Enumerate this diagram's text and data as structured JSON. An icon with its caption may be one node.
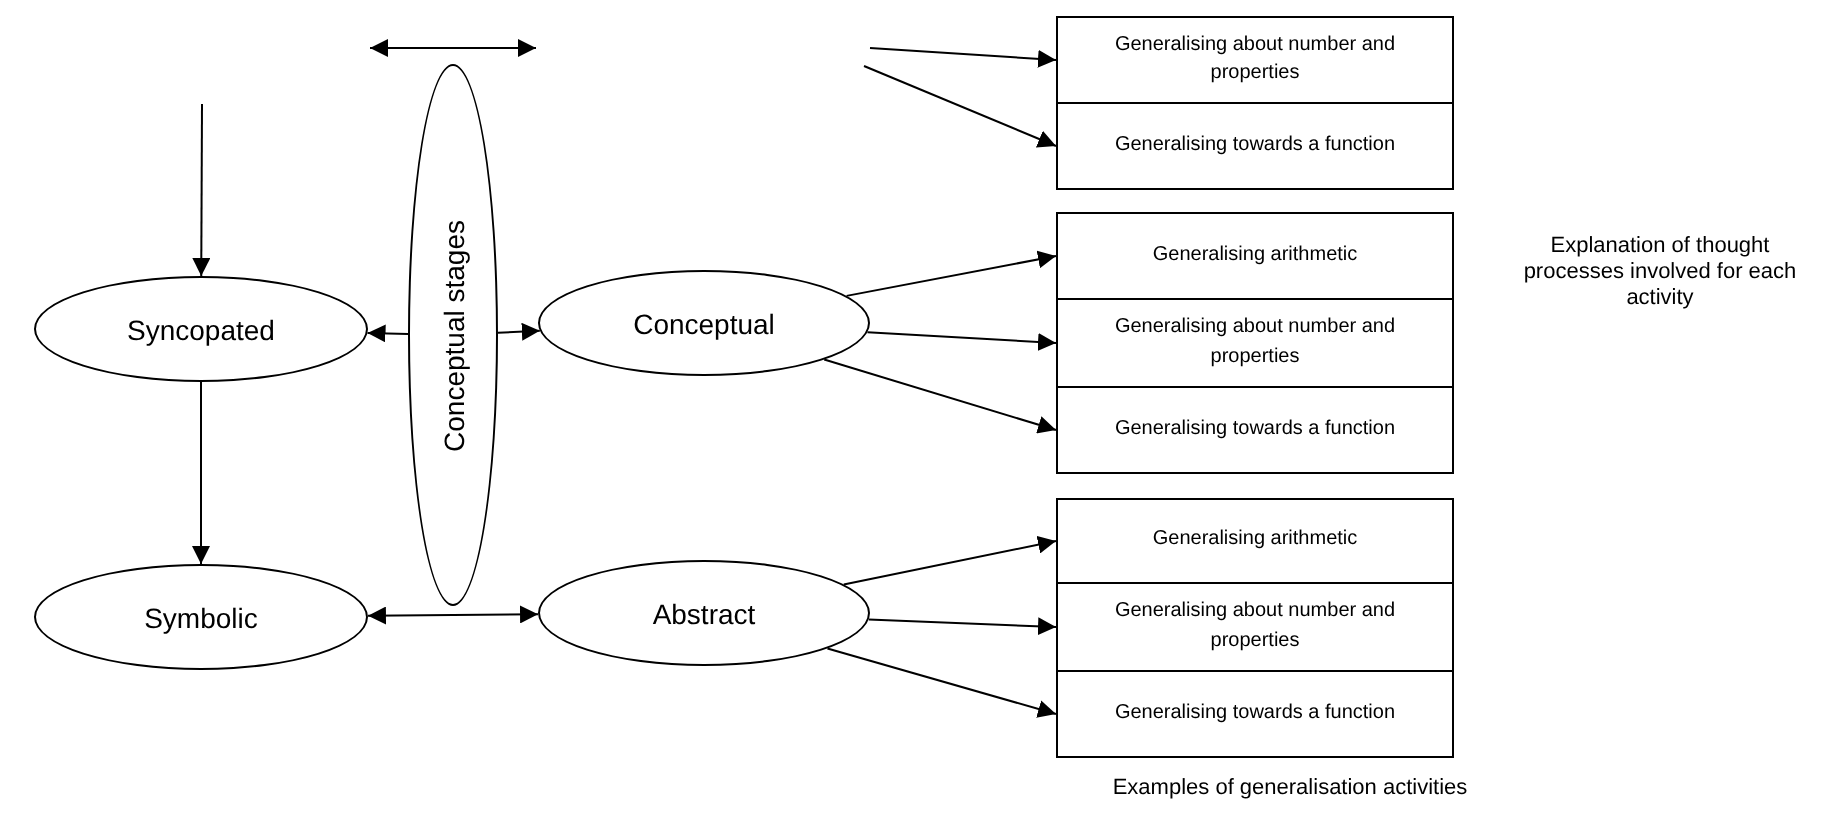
{
  "diagram": {
    "nodes": [
      {
        "text": [
          "Syncopated"
        ]
      },
      {
        "text": [
          "Conceptual stages"
        ]
      },
      {
        "text": [
          "Conceptual"
        ]
      },
      {
        "text": [
          "Symbolic"
        ]
      },
      {
        "text": [
          "Abstract"
        ]
      },
      {
        "text": [
          "Generalising about number and properties"
        ]
      },
      {
        "text": [
          "Generalising towards a function"
        ]
      },
      {
        "text": [
          "Generalising arithmetic"
        ]
      },
      {
        "text": [
          "Generalising about number and properties"
        ]
      },
      {
        "text": [
          "Generalising towards a function"
        ]
      },
      {
        "text": [
          "Generalising arithmetic"
        ]
      },
      {
        "text": [
          "Generalising about number and properties"
        ]
      },
      {
        "text": [
          "Generalising towards a function"
        ]
      }
    ],
    "edges": [
      {
        "from": null,
        "to": 0,
        "arrow": "to"
      },
      {
        "from": 0,
        "to": 3,
        "arrow": "to"
      },
      {
        "from": 1,
        "to": 0,
        "arrow": "to"
      },
      {
        "from": 1,
        "to": 2,
        "arrow": "to"
      },
      {
        "from": 3,
        "to": 4,
        "arrow": "both"
      },
      {
        "from": null,
        "to": 5,
        "arrow": "to"
      },
      {
        "from": null,
        "to": 6,
        "arrow": "to"
      },
      {
        "from": 2,
        "to": 7,
        "arrow": "to"
      },
      {
        "from": 2,
        "to": 8,
        "arrow": "to"
      },
      {
        "from": 2,
        "to": 9,
        "arrow": "to"
      },
      {
        "from": 4,
        "to": 10,
        "arrow": "to"
      },
      {
        "from": 4,
        "to": 11,
        "arrow": "to"
      },
      {
        "from": 4,
        "to": 12,
        "arrow": "to"
      }
    ],
    "labels": [
      "Explanation of thought processes involved for each activity",
      "Examples of generalisation activities"
    ]
  }
}
